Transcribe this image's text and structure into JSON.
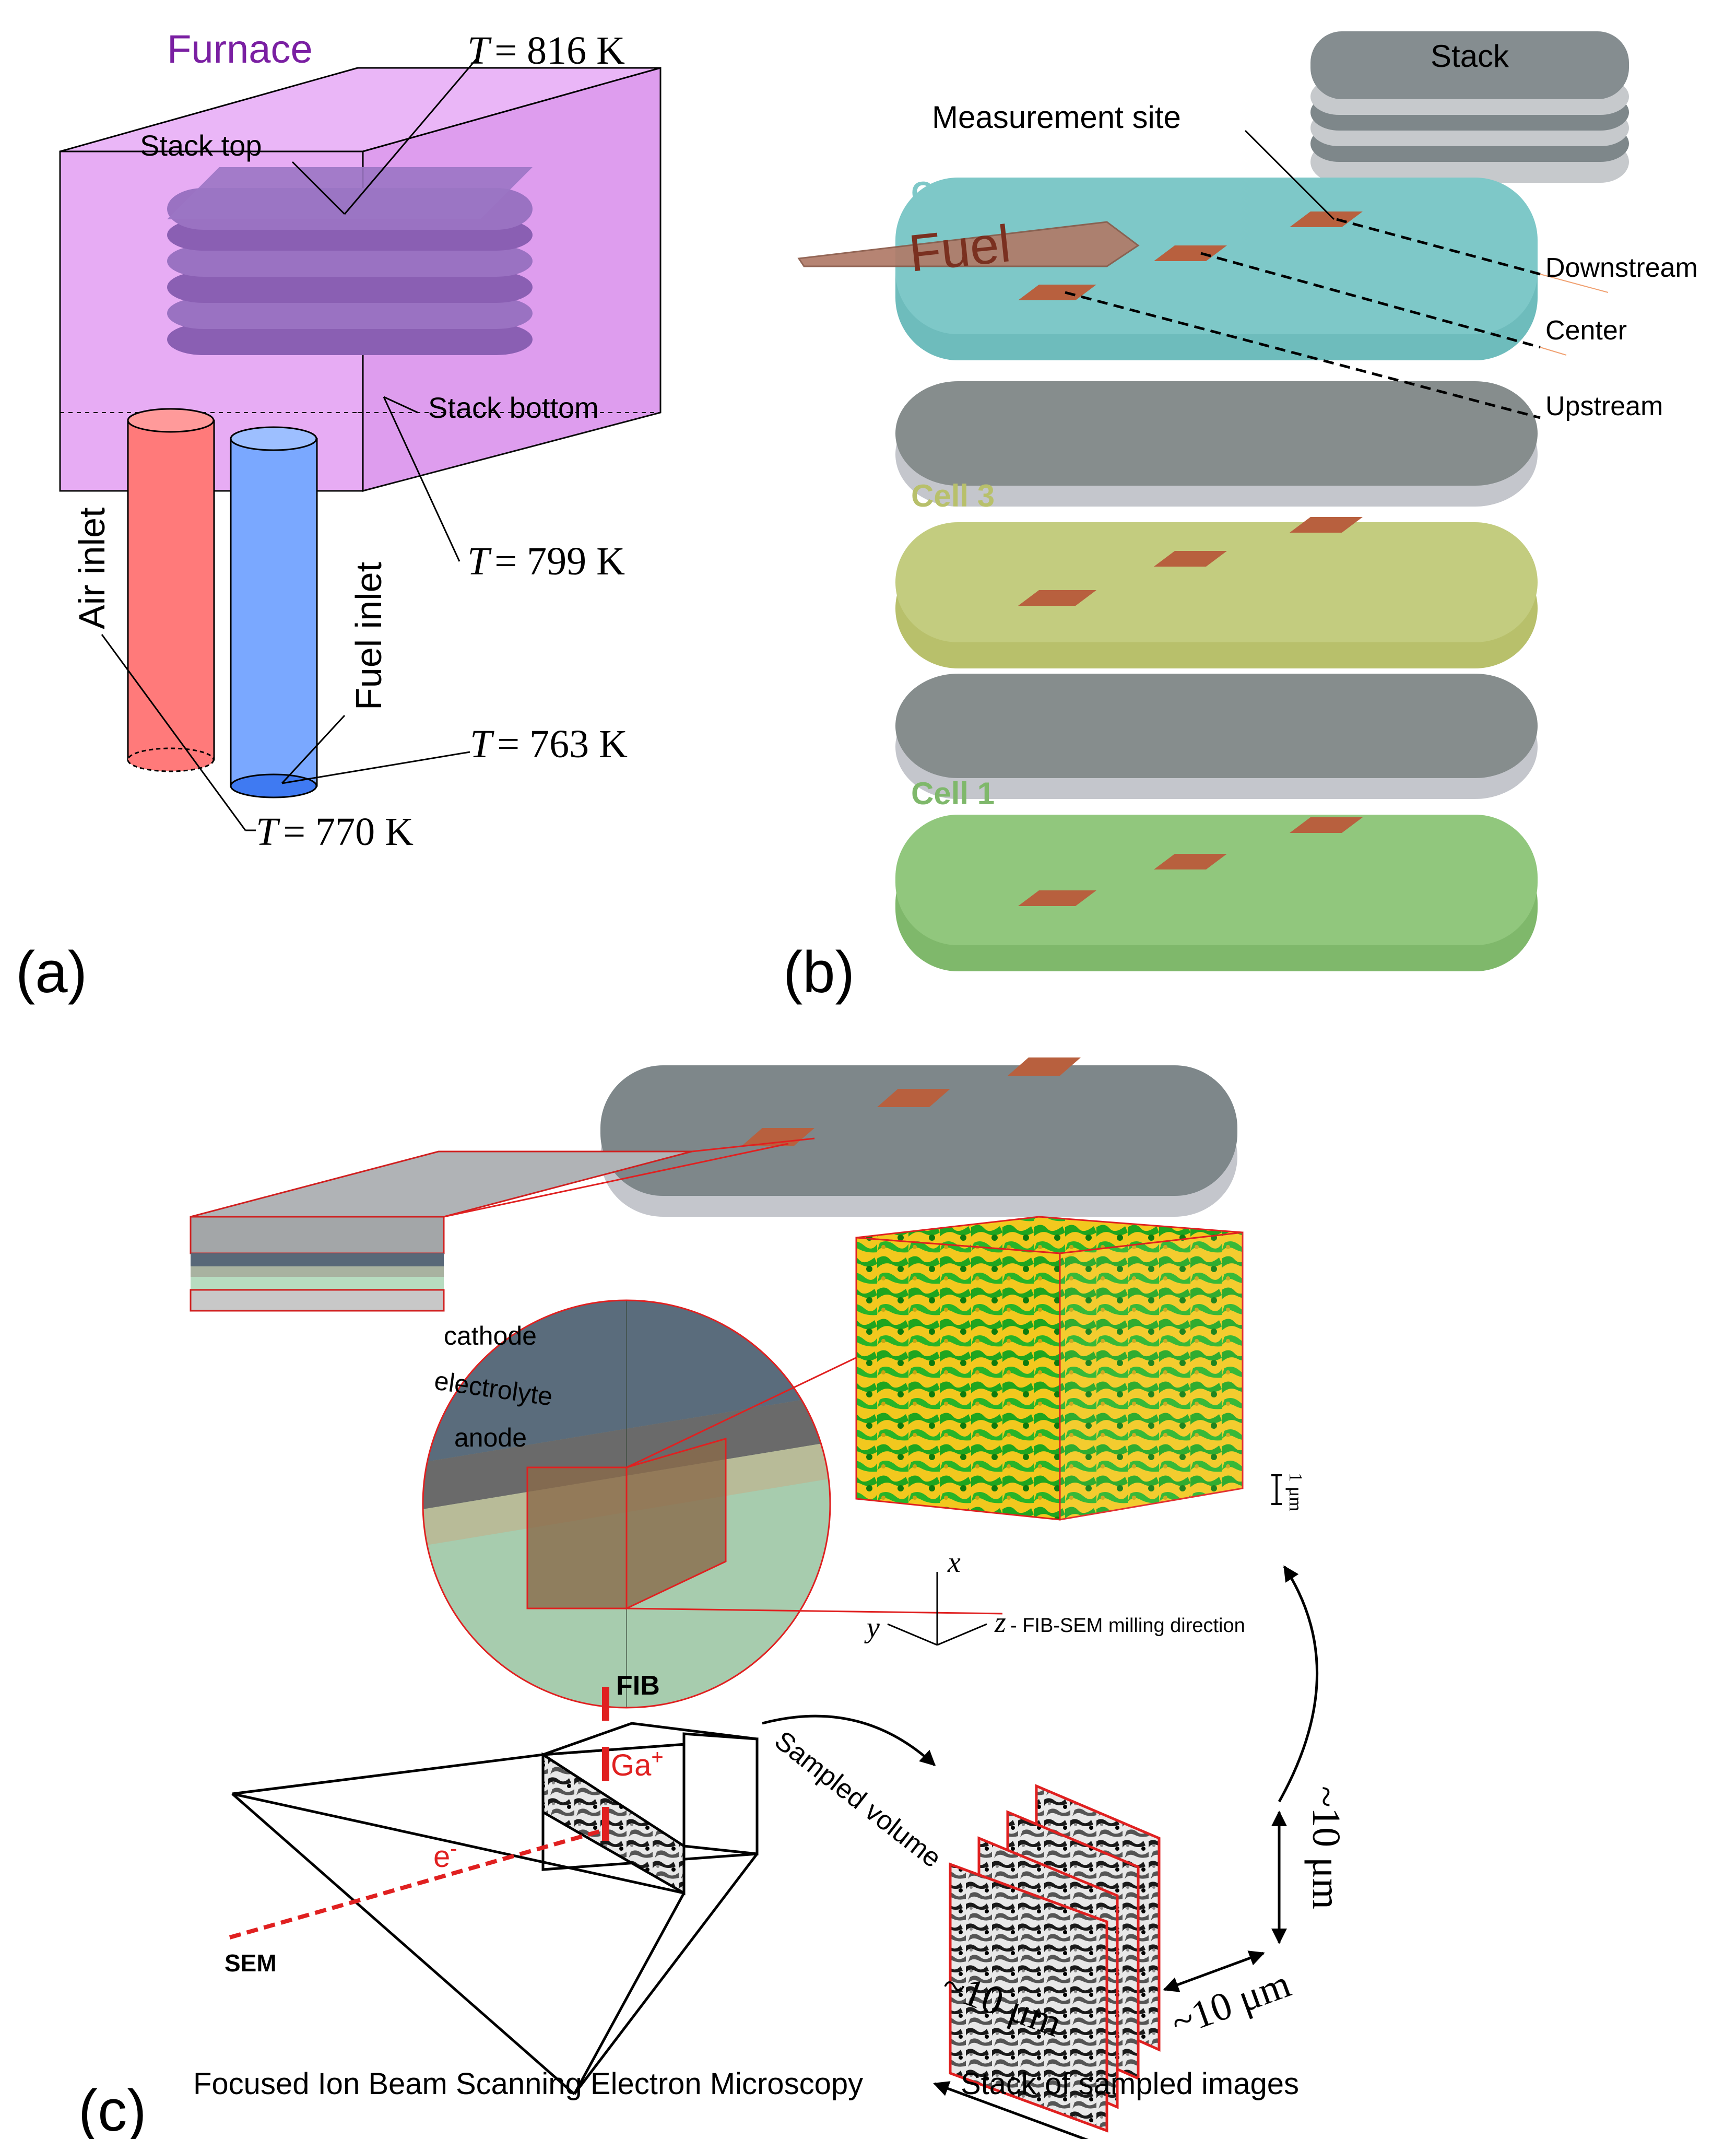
{
  "panel_a": {
    "panel_label": "(a)",
    "furnace_label": "Furnace",
    "stack_top_label": "Stack top",
    "stack_bottom_label": "Stack bottom",
    "air_inlet_label": "Air inlet",
    "fuel_inlet_label": "Fuel inlet",
    "temp_stack_top": "= 816 K",
    "temp_stack_bottom": "= 799 K",
    "temp_fuel_inlet": "= 763 K",
    "temp_air_inlet": "= 770 K",
    "temp_symbol": "T",
    "colors": {
      "furnace": "#e8aaf5",
      "air": "#ff7a7a",
      "fuel": "#7aa8ff",
      "stack": "#8b6bb1",
      "furnace_text": "#7a1fa2"
    }
  },
  "panel_b": {
    "panel_label": "(b)",
    "stack_label": "Stack",
    "measurement_site_label": "Measurement site",
    "fuel_label": "Fuel",
    "cell5_label": "Cell 5",
    "cell3_label": "Cell 3",
    "cell1_label": "Cell 1",
    "downstream_label": "Downstream",
    "center_label": "Center",
    "upstream_label": "Upstream",
    "colors": {
      "cell5": "#7ec8c8",
      "cell3": "#c3cc7f",
      "cell1": "#8fc27a",
      "interconnect": "#868d8d",
      "site": "#b8603e"
    }
  },
  "panel_c": {
    "panel_label": "(c)",
    "cathode_label": "cathode",
    "electrolyte_label": "electrolyte",
    "anode_label": "anode",
    "scale_bar_label": "1 μm",
    "axis_x": "x",
    "axis_y": "y",
    "axis_z": "z",
    "milling_label": "- FIB-SEM milling direction",
    "fib_label": "FIB",
    "ga_label": "Ga",
    "ga_sup": "+",
    "e_label": "e",
    "e_sup": "-",
    "sem_label": "SEM",
    "sampled_volume_label": "Sampled volume",
    "dim_1": "~10 μm",
    "dim_2": "~10 μm",
    "dim_3": "~10 μm",
    "fibsem_caption": "Focused Ion Beam Scanning Electron Microscopy",
    "stack_images_caption": "Stack of sampled images",
    "colors": {
      "green": "#1fa51f",
      "yellow": "#e3c21a",
      "red": "#e02020"
    }
  }
}
